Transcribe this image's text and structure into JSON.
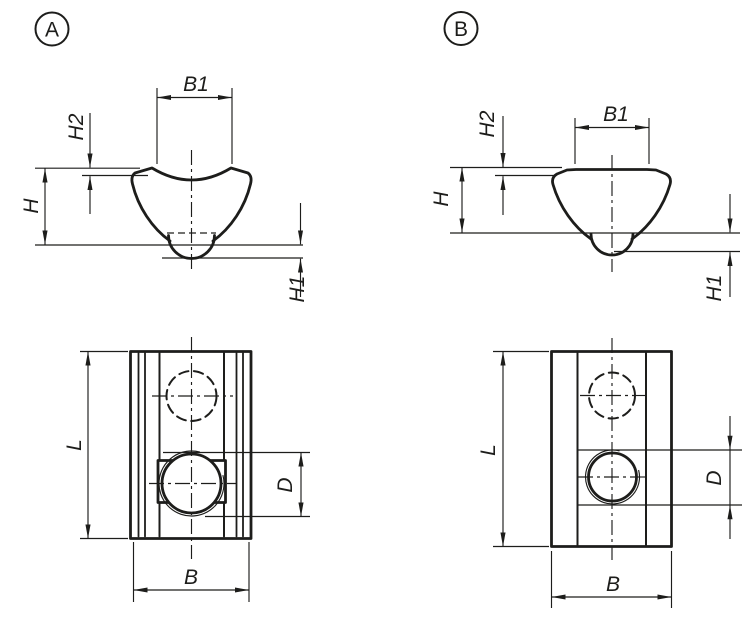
{
  "drawing_type": "technical-drawing-two-variants",
  "colors": {
    "line": "#1d1d1b",
    "background": "#ffffff"
  },
  "variant_a": {
    "label": "A"
  },
  "variant_b": {
    "label": "B"
  },
  "dims": {
    "b1": "B1",
    "h2": "H2",
    "h": "H",
    "h1": "H1",
    "l": "L",
    "b": "B",
    "d": "D"
  }
}
